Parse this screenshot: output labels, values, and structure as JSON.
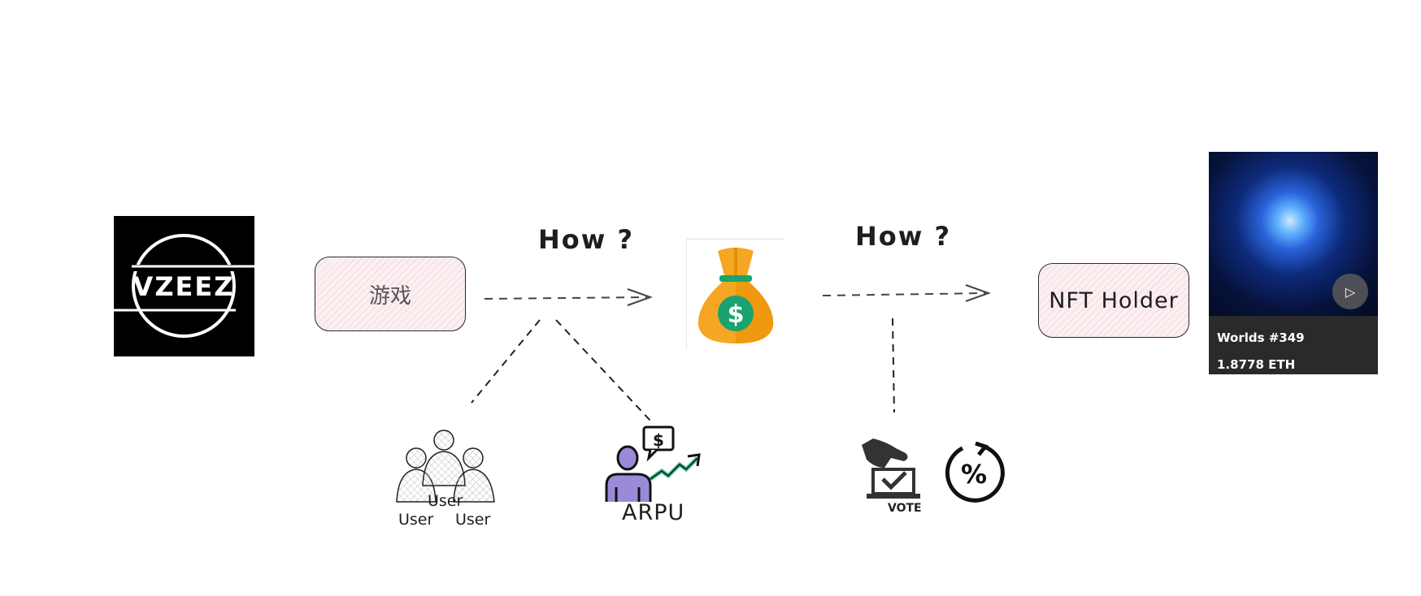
{
  "game_box": {
    "label": "游戏"
  },
  "how_labels": [
    "How ?",
    "How ?"
  ],
  "nft_box": {
    "label": "NFT Holder"
  },
  "users": {
    "labels": [
      "User",
      "User",
      "User"
    ]
  },
  "arpu": {
    "label": "ARPU",
    "currency_symbol": "$"
  },
  "vote": {
    "label": "VOTE"
  },
  "percent": {
    "symbol": "%"
  },
  "money_bag": {
    "symbol": "$"
  },
  "nft_card": {
    "title": "Worlds #349",
    "price": "1.8778 ETH"
  },
  "colors": {
    "box_fill": "#fbeff1",
    "bag_orange": "#f5a623",
    "bag_green": "#1aa36f",
    "arpu_purple": "#9b8ad8",
    "arrow_green": "#3fbf8f"
  }
}
